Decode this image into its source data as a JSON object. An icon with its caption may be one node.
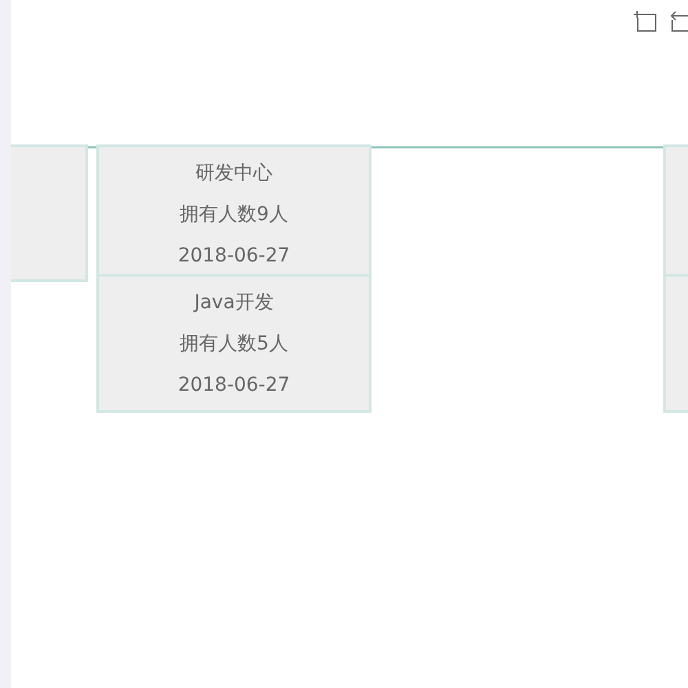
{
  "diagram": {
    "nodes": [
      {
        "text": [],
        "shape": "box"
      },
      {
        "text": [
          "研发中心",
          "拥有人数9人",
          "2018-06-27"
        ]
      },
      {
        "text": [
          "Java开发",
          "拥有人数5人",
          "2018-06-27"
        ]
      },
      {
        "text": [],
        "shape": "box"
      },
      {
        "text": [],
        "shape": "box"
      }
    ],
    "edges": [
      {
        "from": 0,
        "to": 1,
        "arrow": "none"
      },
      {
        "from": 1,
        "to": 3,
        "arrow": "none"
      }
    ]
  }
}
